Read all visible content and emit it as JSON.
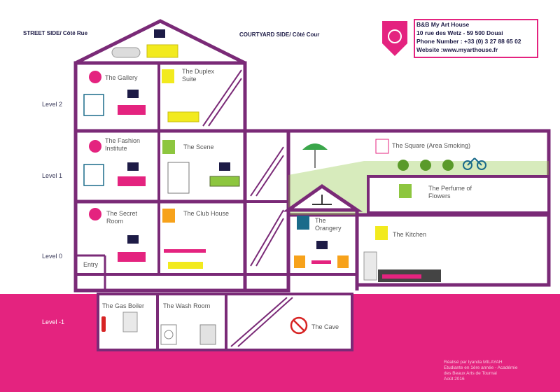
{
  "header": {
    "street_side": "STREET SIDE/ Côté Rue",
    "courtyard_side": "COURTYARD SIDE/ Côté Cour"
  },
  "info_box": {
    "name": "B&B My Art House",
    "address": "10 rue des Wetz - 59 500 Douai",
    "phone": "Phone Number : +33 (0) 3 27 88 65 02",
    "website": "Website :www.myarthouse.fr"
  },
  "levels": {
    "level2": "Level 2",
    "level1": "Level 1",
    "level0": "Level 0",
    "levelm1": "Level -1"
  },
  "rooms": {
    "gallery": "The Gallery",
    "duplex": "The Duplex Suite",
    "fashion": "The Fashion Institute",
    "scene": "The Scene",
    "square": "The Square (Area Smoking)",
    "perfume": "The Perfume of Flowers",
    "secret": "The Secret Room",
    "clubhouse": "The Club House",
    "orangery": "The Orangery",
    "kitchen": "The Kitchen",
    "entry": "Entry",
    "gasboiler": "The Gas Boiler",
    "washroom": "The Wash Room",
    "cave": "The Cave"
  },
  "credits": {
    "line1": "Réalisé par Iyanda MILAYAH",
    "line2": "Etudiante en 1ère année - Académie",
    "line3": "des Beaux Arts de Tournai",
    "line4": "Août 2016"
  },
  "colors": {
    "frame": "#7a2a77",
    "accent": "#e4237f",
    "green": "#8dc63f",
    "yellow": "#f2ea1e",
    "dark": "#1d1b46"
  },
  "icons": [
    "logo-palette-icon",
    "room-badge-icon",
    "no-smoking-icon",
    "ceiling-fan-icon",
    "tv-icon",
    "bed-icon",
    "bicycle-icon",
    "parasol-icon",
    "fire-extinguisher-icon"
  ]
}
